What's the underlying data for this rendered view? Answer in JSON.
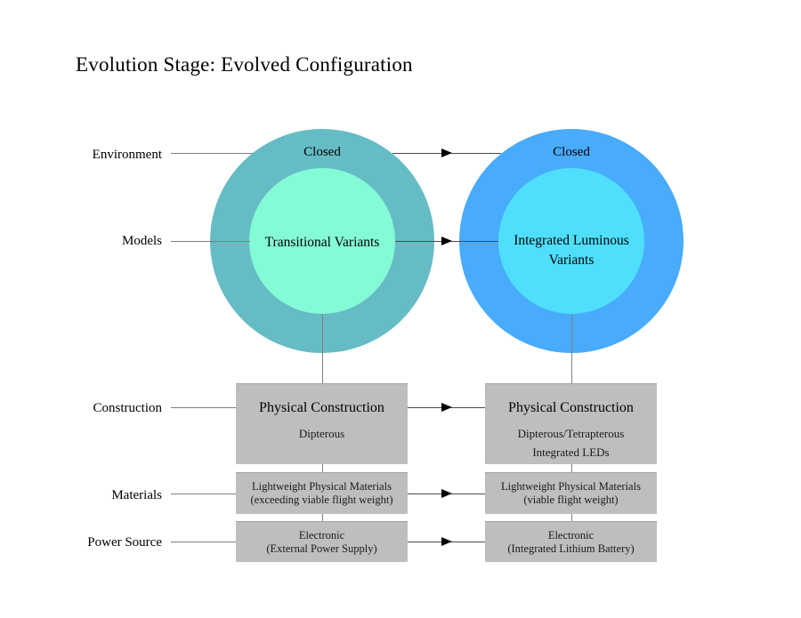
{
  "title": "Evolution Stage: Evolved Configuration",
  "row_labels": {
    "environment": "Environment",
    "models": "Models",
    "construction": "Construction",
    "materials": "Materials",
    "power_source": "Power Source"
  },
  "stage_left": {
    "environment": "Closed",
    "model": "Transitional Variants",
    "construction_title": "Physical Construction",
    "construction_detail": "Dipterous",
    "materials_line1": "Lightweight Physical Materials",
    "materials_line2": "(exceeding viable flight weight)",
    "power_line1": "Electronic",
    "power_line2": "(External Power Supply)"
  },
  "stage_right": {
    "environment": "Closed",
    "model": "Integrated Luminous Variants",
    "construction_title": "Physical Construction",
    "construction_detail": "Dipterous/Tetrapterous",
    "construction_detail2": "Integrated LEDs",
    "materials_line1": "Lightweight Physical Materials",
    "materials_line2": "(viable flight weight)",
    "power_line1": "Electronic",
    "power_line2": "(Integrated Lithium Battery)"
  },
  "colors": {
    "left_outer_circle": "#66BCC5",
    "left_inner_circle": "#84FBD7",
    "right_outer_circle": "#48ABFB",
    "right_inner_circle": "#4FDFFC",
    "box_fill": "#BEBEBE"
  }
}
